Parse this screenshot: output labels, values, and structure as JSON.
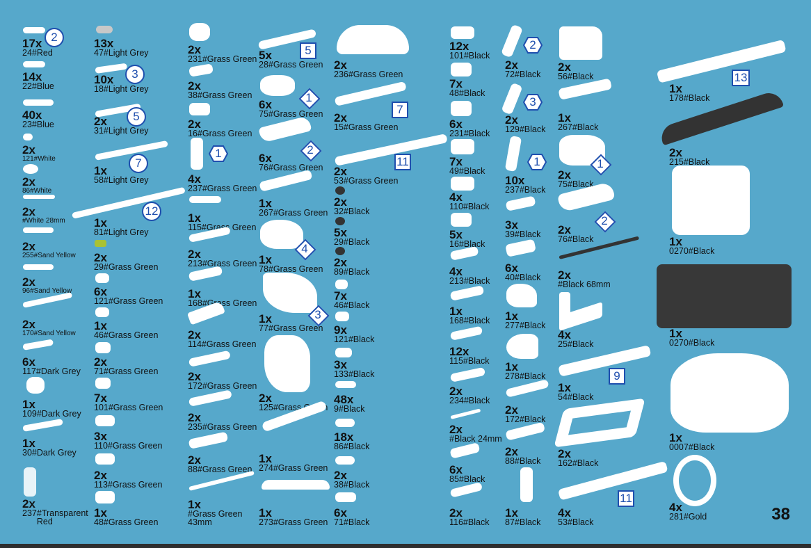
{
  "page_number": "38",
  "parts": [
    {
      "q": "17x",
      "l": "24#Red"
    },
    {
      "q": "14x",
      "l": "22#Blue"
    },
    {
      "q": "40x",
      "l": "23#Blue"
    },
    {
      "q": "2x",
      "l": "121#White"
    },
    {
      "q": "2x",
      "l": "86#White"
    },
    {
      "q": "2x",
      "l": "#White 28mm"
    },
    {
      "q": "2x",
      "l": "255#Sand Yellow"
    },
    {
      "q": "2x",
      "l": "96#Sand Yellow"
    },
    {
      "q": "2x",
      "l": "170#Sand Yellow"
    },
    {
      "q": "6x",
      "l": "117#Dark Grey"
    },
    {
      "q": "1x",
      "l": "109#Dark Grey"
    },
    {
      "q": "1x",
      "l": "30#Dark Grey"
    },
    {
      "q": "2x",
      "l": "237#Transparent\n      Red"
    },
    {
      "q": "13x",
      "l": "47#Light Grey"
    },
    {
      "q": "10x",
      "l": "18#Light Grey"
    },
    {
      "q": "2x",
      "l": "31#Light Grey"
    },
    {
      "q": "1x",
      "l": "58#Light Grey"
    },
    {
      "q": "1x",
      "l": "81#Light Grey"
    },
    {
      "q": "2x",
      "l": "29#Grass Green"
    },
    {
      "q": "6x",
      "l": "121#Grass Green"
    },
    {
      "q": "1x",
      "l": "46#Grass Green"
    },
    {
      "q": "2x",
      "l": "71#Grass Green"
    },
    {
      "q": "7x",
      "l": "101#Grass Green"
    },
    {
      "q": "3x",
      "l": "110#Grass Green"
    },
    {
      "q": "2x",
      "l": "113#Grass Green"
    },
    {
      "q": "1x",
      "l": "48#Grass Green"
    },
    {
      "q": "2x",
      "l": "231#Grass Green"
    },
    {
      "q": "2x",
      "l": "38#Grass Green"
    },
    {
      "q": "2x",
      "l": "16#Grass Green"
    },
    {
      "q": "4x",
      "l": "237#Grass Green"
    },
    {
      "q": "1x",
      "l": "115#Grass Green"
    },
    {
      "q": "2x",
      "l": "213#Grass Green"
    },
    {
      "q": "1x",
      "l": "168#Grass Green"
    },
    {
      "q": "2x",
      "l": "114#Grass Green"
    },
    {
      "q": "2x",
      "l": "172#Grass Green"
    },
    {
      "q": "2x",
      "l": "235#Grass Green"
    },
    {
      "q": "2x",
      "l": "88#Grass Green"
    },
    {
      "q": "1x",
      "l": "#Grass Green\n43mm"
    },
    {
      "q": "5x",
      "l": "28#Grass Green"
    },
    {
      "q": "6x",
      "l": "75#Grass Green"
    },
    {
      "q": "6x",
      "l": "76#Grass Green"
    },
    {
      "q": "1x",
      "l": "267#Grass Green"
    },
    {
      "q": "1x",
      "l": "78#Grass Green"
    },
    {
      "q": "1x",
      "l": "77#Grass Green"
    },
    {
      "q": "2x",
      "l": "125#Grass Green"
    },
    {
      "q": "1x",
      "l": "274#Grass Green"
    },
    {
      "q": "1x",
      "l": "273#Grass Green"
    },
    {
      "q": "2x",
      "l": "236#Grass Green"
    },
    {
      "q": "2x",
      "l": "15#Grass Green"
    },
    {
      "q": "2x",
      "l": "53#Grass Green"
    },
    {
      "q": "2x",
      "l": "32#Black"
    },
    {
      "q": "5x",
      "l": "29#Black"
    },
    {
      "q": "2x",
      "l": "89#Black"
    },
    {
      "q": "7x",
      "l": "46#Black"
    },
    {
      "q": "9x",
      "l": "121#Black"
    },
    {
      "q": "3x",
      "l": "133#Black"
    },
    {
      "q": "48x",
      "l": "9#Black"
    },
    {
      "q": "18x",
      "l": "86#Black"
    },
    {
      "q": "2x",
      "l": "38#Black"
    },
    {
      "q": "6x",
      "l": "71#Black"
    },
    {
      "q": "12x",
      "l": "101#Black"
    },
    {
      "q": "7x",
      "l": "48#Black"
    },
    {
      "q": "6x",
      "l": "231#Black"
    },
    {
      "q": "7x",
      "l": "49#Black"
    },
    {
      "q": "4x",
      "l": "110#Black"
    },
    {
      "q": "5x",
      "l": "16#Black"
    },
    {
      "q": "4x",
      "l": "213#Black"
    },
    {
      "q": "1x",
      "l": "168#Black"
    },
    {
      "q": "12x",
      "l": "115#Black"
    },
    {
      "q": "2x",
      "l": "234#Black"
    },
    {
      "q": "2x",
      "l": "#Black 24mm"
    },
    {
      "q": "6x",
      "l": "85#Black"
    },
    {
      "q": "2x",
      "l": "116#Black"
    },
    {
      "q": "2x",
      "l": "72#Black"
    },
    {
      "q": "2x",
      "l": "129#Black"
    },
    {
      "q": "10x",
      "l": "237#Black"
    },
    {
      "q": "3x",
      "l": "39#Black"
    },
    {
      "q": "6x",
      "l": "40#Black"
    },
    {
      "q": "1x",
      "l": "277#Black"
    },
    {
      "q": "1x",
      "l": "278#Black"
    },
    {
      "q": "2x",
      "l": "172#Black"
    },
    {
      "q": "2x",
      "l": "88#Black"
    },
    {
      "q": "1x",
      "l": "87#Black"
    },
    {
      "q": "2x",
      "l": "56#Black"
    },
    {
      "q": "1x",
      "l": "267#Black"
    },
    {
      "q": "2x",
      "l": "75#Black"
    },
    {
      "q": "2x",
      "l": "76#Black"
    },
    {
      "q": "2x",
      "l": "#Black 68mm"
    },
    {
      "q": "4x",
      "l": "25#Black"
    },
    {
      "q": "1x",
      "l": "54#Black"
    },
    {
      "q": "2x",
      "l": "162#Black"
    },
    {
      "q": "4x",
      "l": "53#Black"
    },
    {
      "q": "1x",
      "l": "178#Black"
    },
    {
      "q": "2x",
      "l": "215#Black"
    },
    {
      "q": "1x",
      "l": "0270#Black"
    },
    {
      "q": "1x",
      "l": "0270#Black"
    },
    {
      "q": "1x",
      "l": "0007#Black"
    },
    {
      "q": "4x",
      "l": "281#Gold"
    }
  ],
  "step_badges": [
    "2",
    "3",
    "5",
    "7",
    "12",
    "1",
    "5",
    "1",
    "2",
    "4",
    "3",
    "7",
    "11",
    "2",
    "3",
    "1",
    "1",
    "2",
    "9",
    "11",
    "13"
  ]
}
